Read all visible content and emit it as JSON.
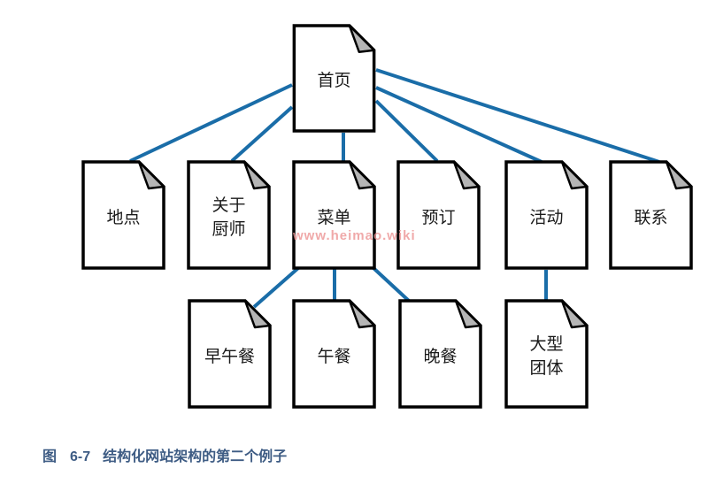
{
  "diagram": {
    "title": "structured-website-architecture-tree",
    "nodes": [
      {
        "id": "home",
        "label": "首页",
        "level": 1
      },
      {
        "id": "location",
        "label": "地点",
        "level": 2
      },
      {
        "id": "about-chef",
        "label": "关于\n厨师",
        "level": 2
      },
      {
        "id": "menu",
        "label": "菜单",
        "level": 2
      },
      {
        "id": "reservation",
        "label": "预订",
        "level": 2
      },
      {
        "id": "events",
        "label": "活动",
        "level": 2
      },
      {
        "id": "contact",
        "label": "联系",
        "level": 2
      },
      {
        "id": "brunch",
        "label": "早午餐",
        "level": 3
      },
      {
        "id": "lunch",
        "label": "午餐",
        "level": 3
      },
      {
        "id": "dinner",
        "label": "晚餐",
        "level": 3
      },
      {
        "id": "large-groups",
        "label": "大型\n团体",
        "level": 3
      }
    ],
    "edges": [
      {
        "from": "home",
        "to": "location"
      },
      {
        "from": "home",
        "to": "about-chef"
      },
      {
        "from": "home",
        "to": "menu"
      },
      {
        "from": "home",
        "to": "reservation"
      },
      {
        "from": "home",
        "to": "events"
      },
      {
        "from": "home",
        "to": "contact"
      },
      {
        "from": "menu",
        "to": "brunch"
      },
      {
        "from": "menu",
        "to": "lunch"
      },
      {
        "from": "menu",
        "to": "dinner"
      },
      {
        "from": "events",
        "to": "large-groups"
      }
    ],
    "colors": {
      "edge_line": "#1a6da8",
      "node_border": "#000000",
      "node_fill": "#ffffff",
      "fold_fill": "#b5b5b5",
      "label_text": "#1a1a1a"
    }
  },
  "watermark": {
    "text": "www.heimao.wiki",
    "color": "#ec9494"
  },
  "caption": {
    "prefix": "图",
    "number": "6-7",
    "text": "结构化网站架构的第二个例子",
    "color": "#3e5c84"
  }
}
